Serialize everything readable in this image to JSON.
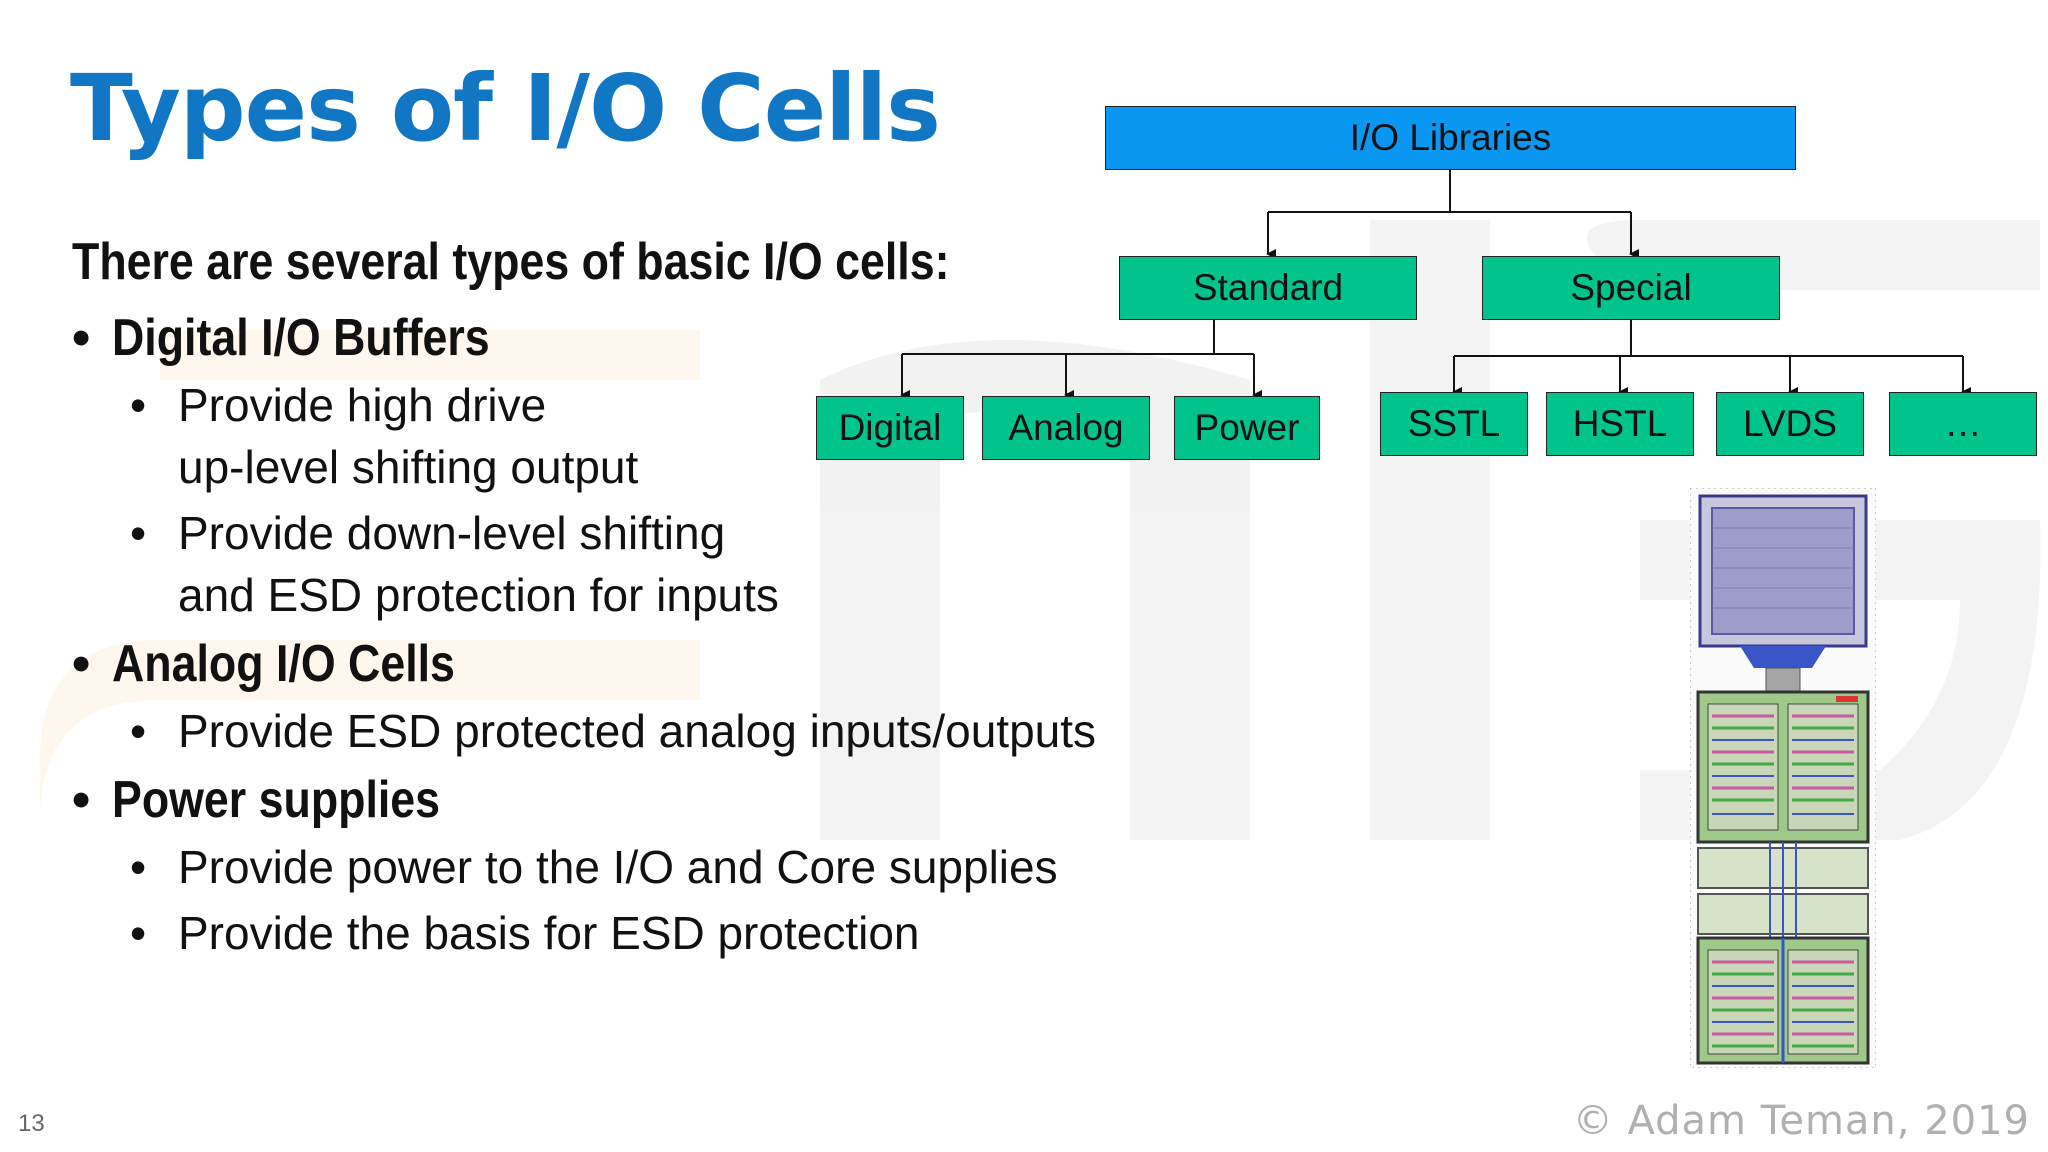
{
  "title": "Types of I/O Cells",
  "intro": "There are several types of basic I/O cells:",
  "bullet_symbol": "•",
  "sections": [
    {
      "heading": "Digital I/O Buffers",
      "items": [
        [
          "Provide high drive",
          "up-level shifting output"
        ],
        [
          "Provide down-level shifting",
          "and ESD protection for inputs"
        ]
      ]
    },
    {
      "heading": "Analog I/O Cells",
      "items": [
        [
          "Provide ESD protected analog inputs/outputs"
        ]
      ]
    },
    {
      "heading": "Power supplies",
      "items": [
        [
          "Provide power to the I/O and Core supplies"
        ],
        [
          "Provide the basis for ESD protection"
        ]
      ]
    }
  ],
  "tree": {
    "root": "I/O Libraries",
    "standard": "Standard",
    "special": "Special",
    "standard_children": [
      "Digital",
      "Analog",
      "Power"
    ],
    "special_children": [
      "SSTL",
      "HSTL",
      "LVDS",
      "…"
    ]
  },
  "colors": {
    "title": "#1177c4",
    "root_box": "#0a97f2",
    "node_box": "#00c48c"
  },
  "footer": {
    "slide_number": "13",
    "copyright": "© Adam Teman, 2019"
  }
}
